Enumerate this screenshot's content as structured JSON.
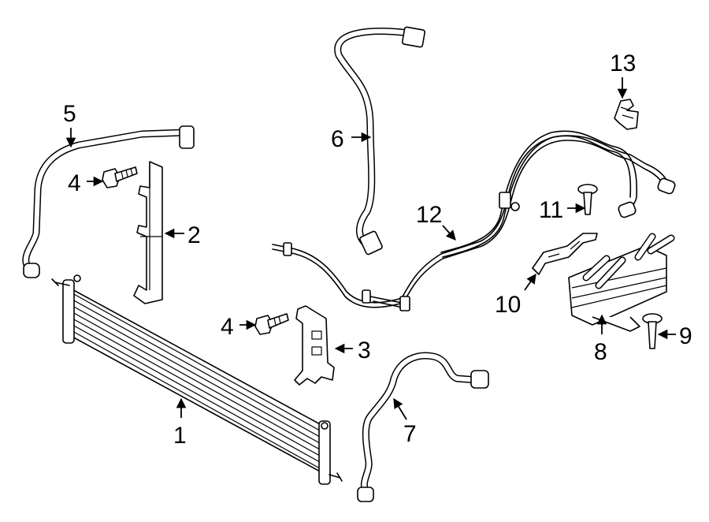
{
  "callouts": [
    {
      "id": "1",
      "label": "1"
    },
    {
      "id": "2",
      "label": "2"
    },
    {
      "id": "3",
      "label": "3"
    },
    {
      "id": "4a",
      "label": "4"
    },
    {
      "id": "4b",
      "label": "4"
    },
    {
      "id": "5",
      "label": "5"
    },
    {
      "id": "6",
      "label": "6"
    },
    {
      "id": "7",
      "label": "7"
    },
    {
      "id": "8",
      "label": "8"
    },
    {
      "id": "9",
      "label": "9"
    },
    {
      "id": "10",
      "label": "10"
    },
    {
      "id": "11",
      "label": "11"
    },
    {
      "id": "12",
      "label": "12"
    },
    {
      "id": "13",
      "label": "13"
    }
  ],
  "colors": {
    "line": "#000000",
    "background": "#ffffff"
  }
}
